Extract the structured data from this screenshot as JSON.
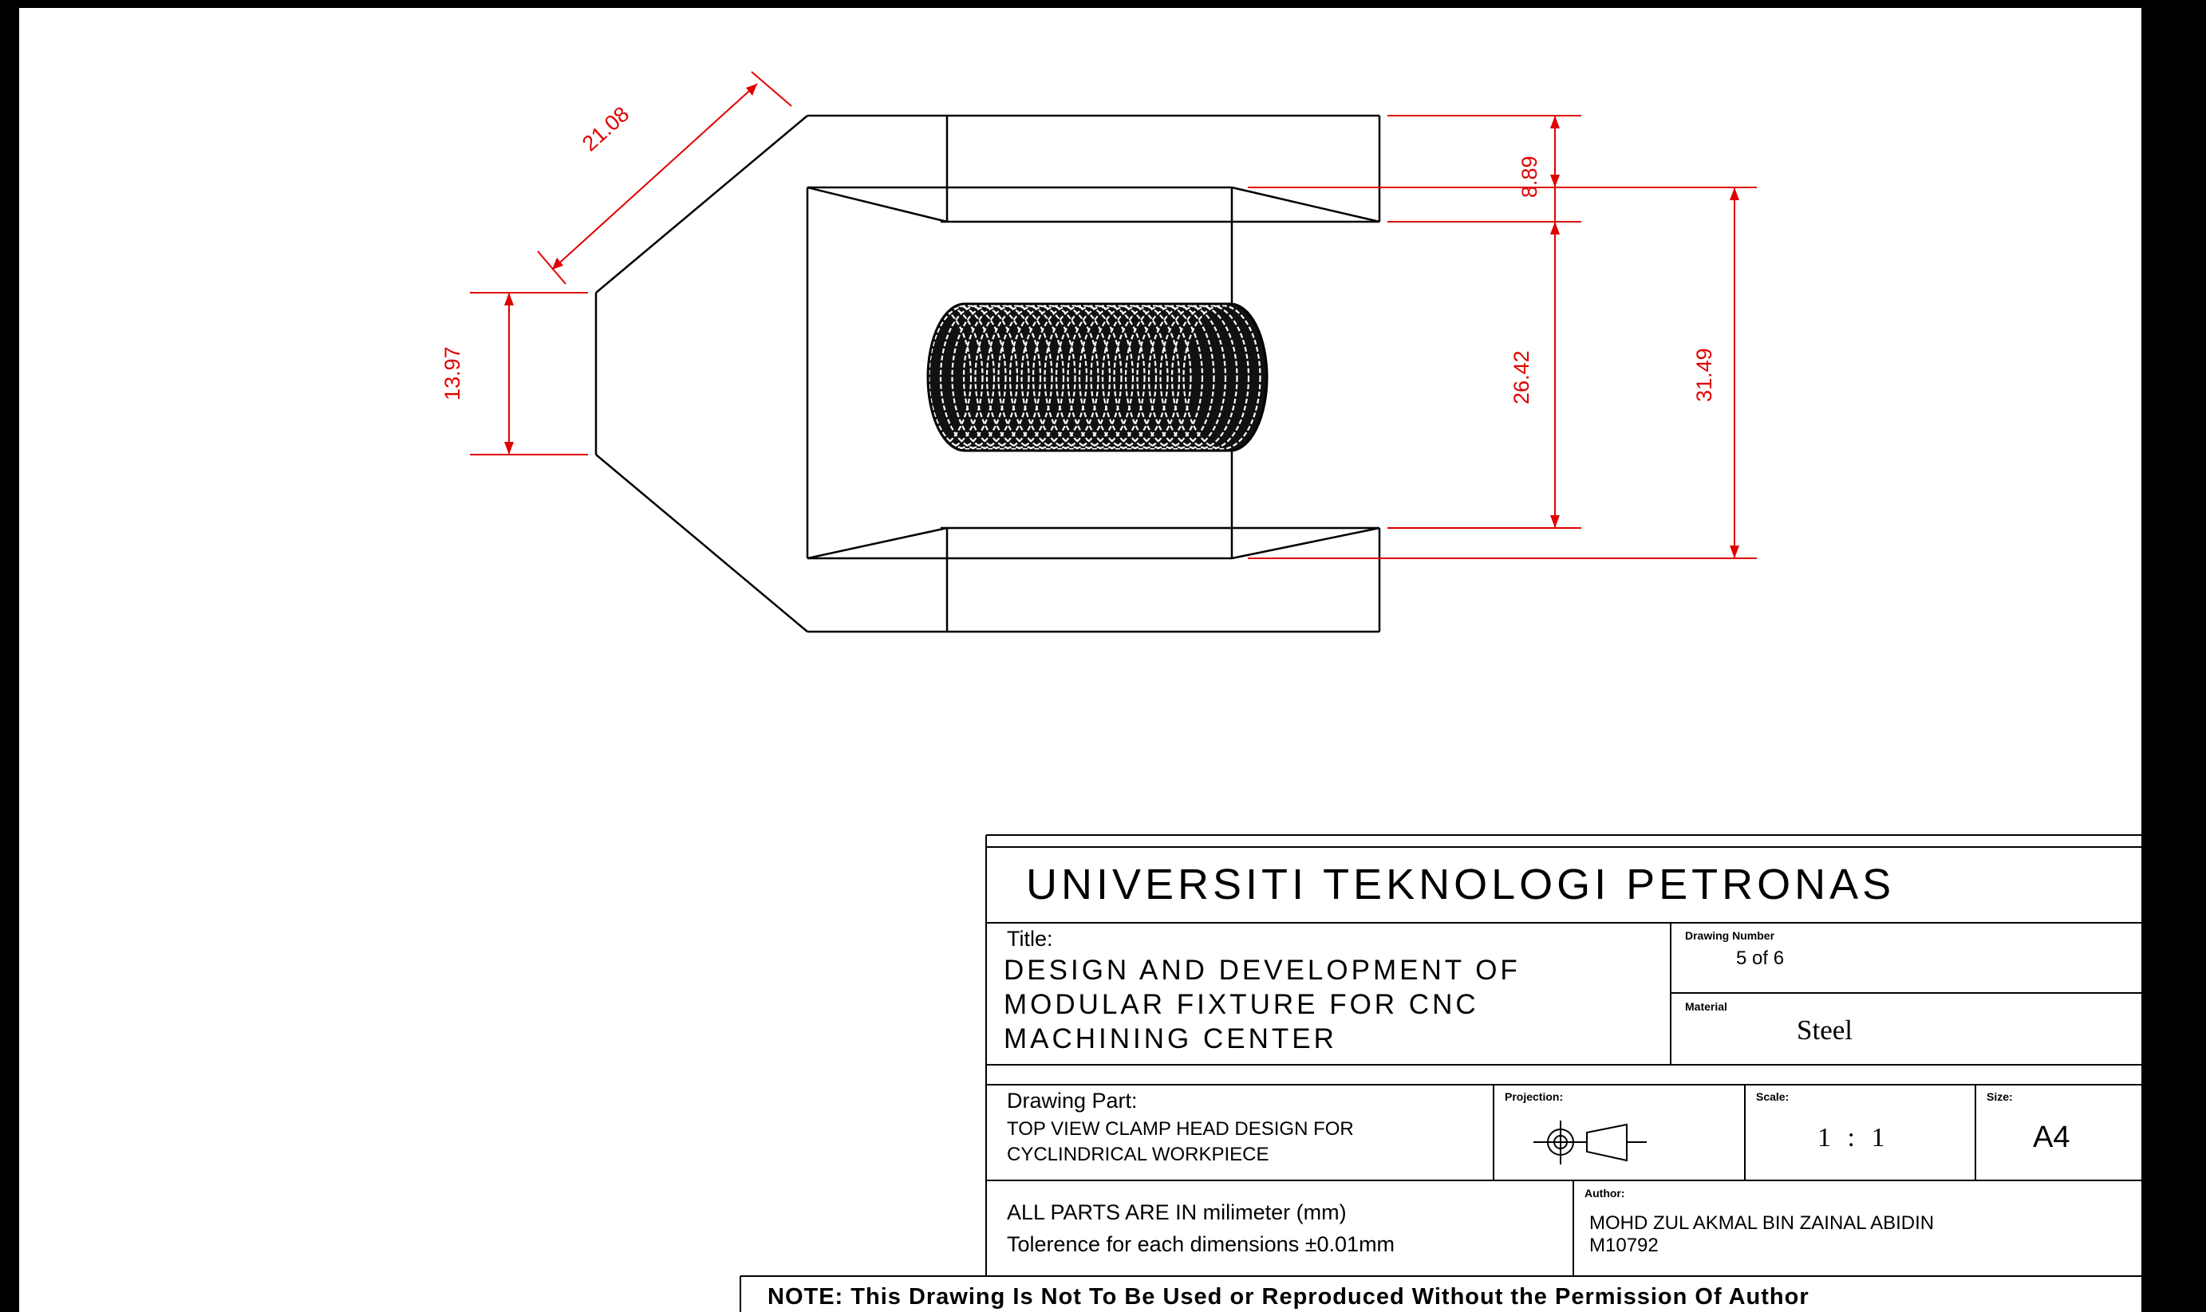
{
  "dimensions": {
    "chamfer": "21.08",
    "nose_height": "13.97",
    "top_jaw_thickness": "8.89",
    "inner_gap": "26.42",
    "overall_gap": "31.49"
  },
  "title_block": {
    "university": "UNIVERSITI TEKNOLOGI PETRONAS",
    "title_label": "Title:",
    "title_lines": [
      "DESIGN AND DEVELOPMENT OF",
      "MODULAR FIXTURE FOR CNC",
      "MACHINING CENTER"
    ],
    "drawing_number_label": "Drawing Number",
    "drawing_number": "5 of 6",
    "material_label": "Material",
    "material": "Steel",
    "drawing_part_label": "Drawing Part:",
    "drawing_part_lines": [
      "TOP VIEW CLAMP HEAD DESIGN FOR",
      "CYCLINDRICAL WORKPIECE"
    ],
    "projection_label": "Projection:",
    "scale_label": "Scale:",
    "scale": "1 : 1",
    "size_label": "Size:",
    "size": "A4",
    "units_note": "ALL PARTS ARE IN milimeter (mm)",
    "tolerance_note": "Tolerence for each dimensions ±0.01mm",
    "author_label": "Author:",
    "author_name": "MOHD ZUL AKMAL BIN ZAINAL ABIDIN",
    "author_id": "M10792",
    "note": "NOTE: This Drawing Is Not To Be Used or Reproduced Without the Permission Of Author"
  },
  "colors": {
    "dimension": "#e00000",
    "outline": "#000000",
    "frame": "#000000"
  }
}
